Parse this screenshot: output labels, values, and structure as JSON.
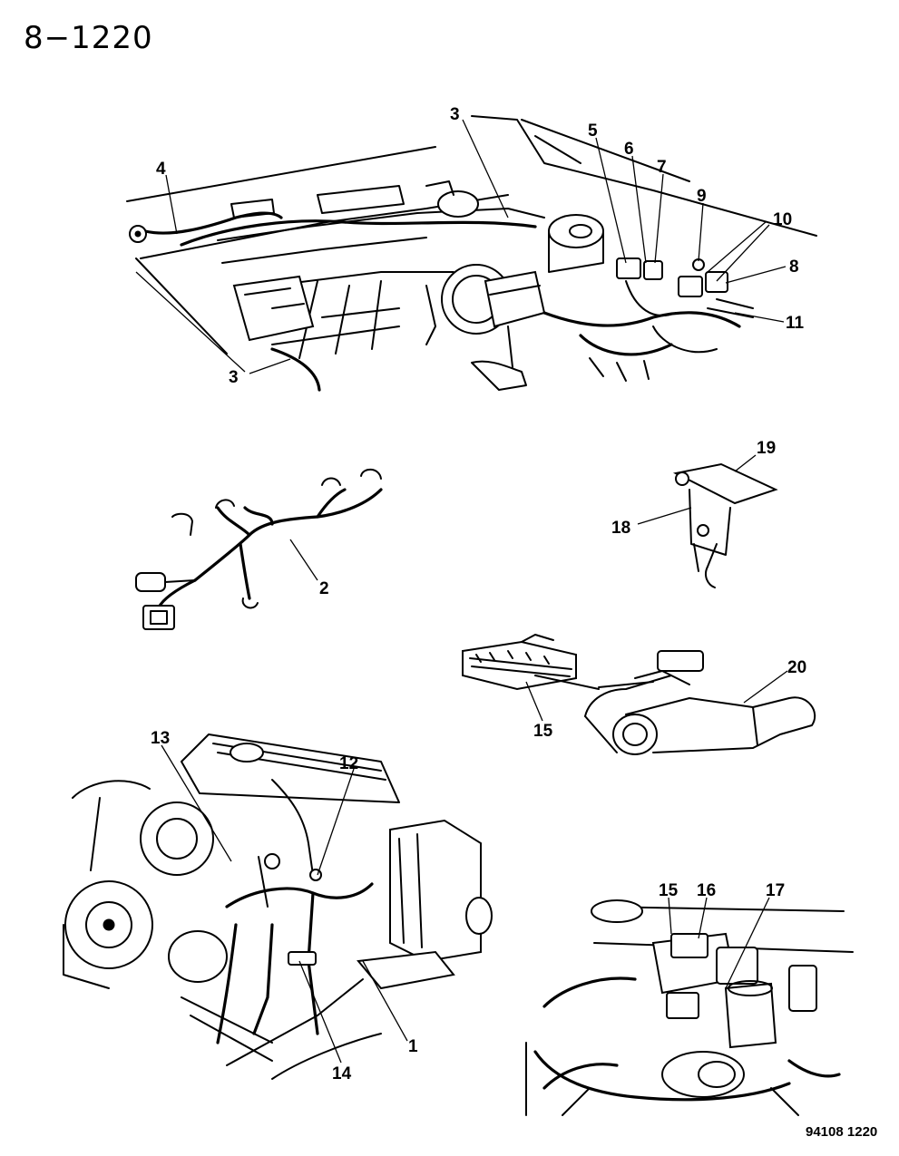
{
  "page_number": "8−1220",
  "figure_code": "94108  1220",
  "callouts": {
    "c1": "1",
    "c2": "2",
    "c3a": "3",
    "c3b": "3",
    "c4": "4",
    "c5": "5",
    "c6": "6",
    "c7": "7",
    "c8": "8",
    "c9": "9",
    "c10": "10",
    "c11": "11",
    "c12": "12",
    "c13": "13",
    "c14": "14",
    "c15a": "15",
    "c15b": "15",
    "c16": "16",
    "c17": "17",
    "c18": "18",
    "c19": "19",
    "c20": "20"
  }
}
